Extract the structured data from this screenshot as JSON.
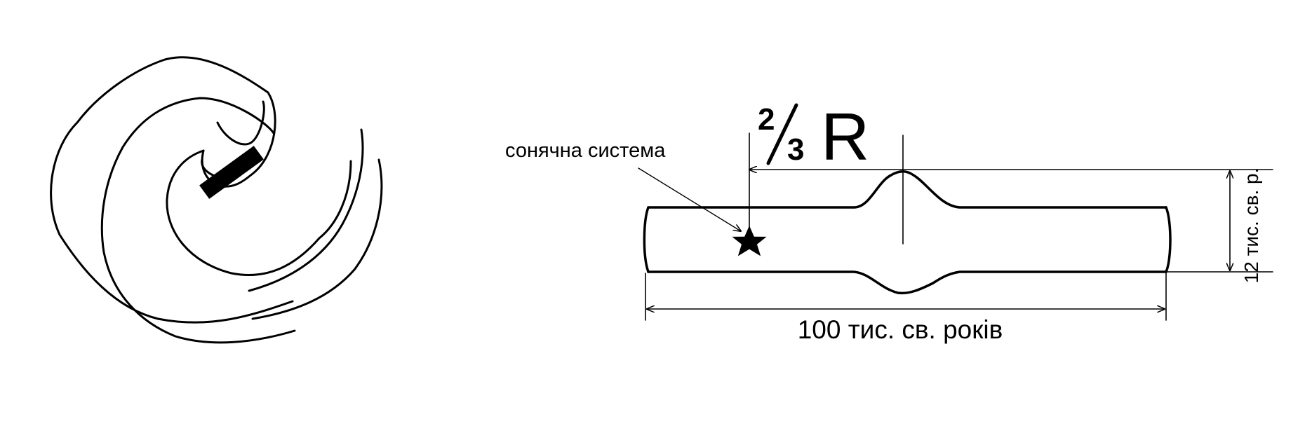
{
  "diagram": {
    "spiral_view": {
      "elements": [
        "spiral-arms",
        "central-bar"
      ]
    },
    "side_view": {
      "sun_label": "сонячна система",
      "radius_fraction_label": {
        "numerator": "2",
        "denominator": "3",
        "symbol": "R"
      },
      "length_label": "100 тис. св. років",
      "thickness_label": "12 тис. св. р.",
      "sun_icon": "star-icon"
    },
    "colors": {
      "ink": "#000000",
      "background": "#ffffff"
    }
  }
}
